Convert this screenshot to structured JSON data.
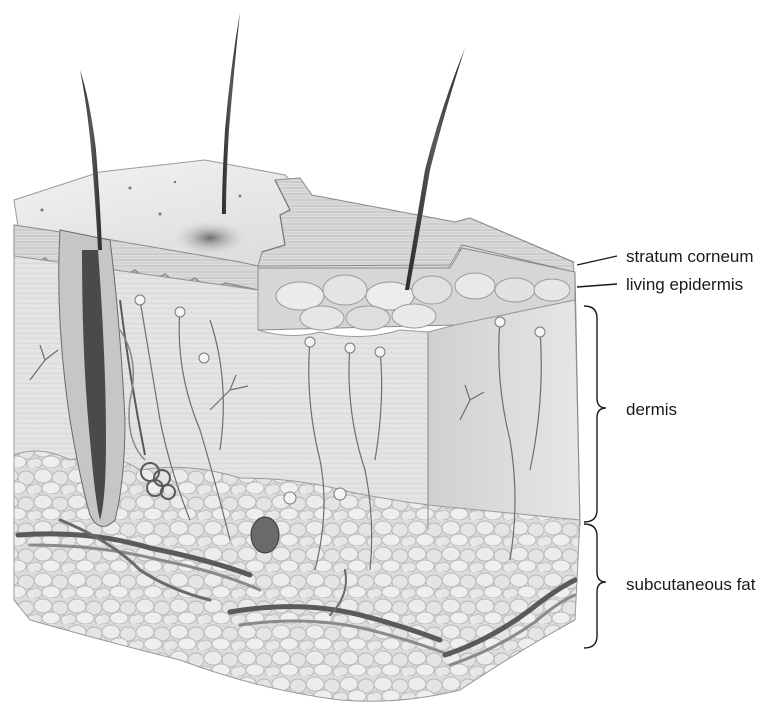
{
  "diagram": {
    "labels": {
      "stratum_corneum": "stratum corneum",
      "living_epidermis": "living epidermis",
      "dermis": "dermis",
      "subcutaneous_fat": "subcutaneous fat"
    }
  }
}
